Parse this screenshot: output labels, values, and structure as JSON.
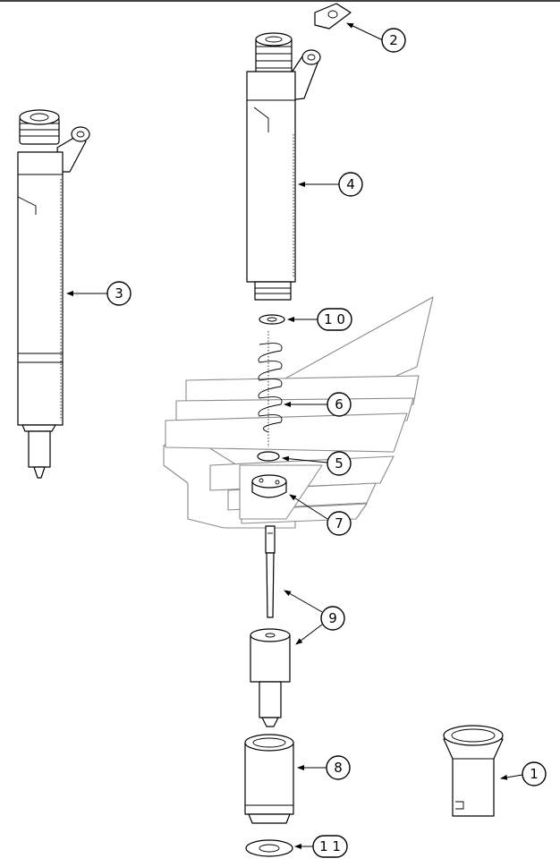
{
  "callouts": [
    {
      "id": "c1",
      "label": "1"
    },
    {
      "id": "c2",
      "label": "2"
    },
    {
      "id": "c3",
      "label": "3"
    },
    {
      "id": "c4",
      "label": "4"
    },
    {
      "id": "c5",
      "label": "5"
    },
    {
      "id": "c6",
      "label": "6"
    },
    {
      "id": "c7",
      "label": "7"
    },
    {
      "id": "c8",
      "label": "8"
    },
    {
      "id": "c9",
      "label": "9"
    },
    {
      "id": "c10",
      "label": "1 0"
    },
    {
      "id": "c11",
      "label": "1 1"
    }
  ],
  "icons": {
    "watermark": "brand-logo-watermark",
    "arrowhead": "arrowhead-icon"
  },
  "colors": {
    "line": "#000000",
    "background": "#ffffff",
    "watermark": "#8a8a8a"
  }
}
